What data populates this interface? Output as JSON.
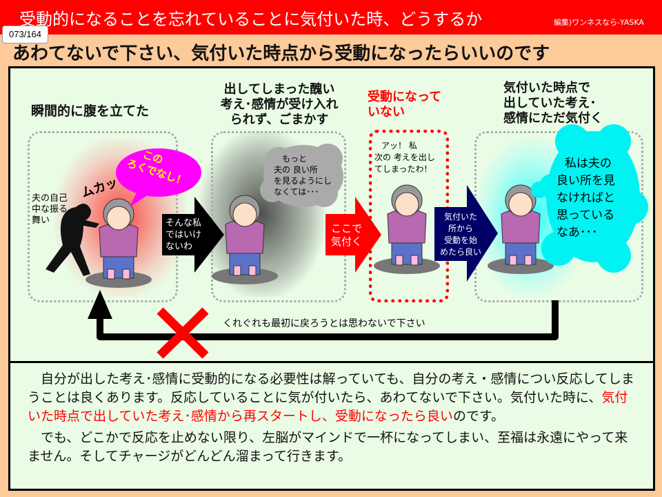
{
  "header": {
    "title": "受動的になることを忘れていることに気付いた時、どうするか",
    "credit": "編集)ワンネスなら-YASKA"
  },
  "page_counter": "073/164",
  "subtitle": "あわてないで下さい、気付いた時点から受動になったらいいのです",
  "steps": [
    {
      "heading": [
        "瞬間的に腹を立てた"
      ],
      "side_label": [
        "夫の自己",
        "中な振る",
        "舞い"
      ],
      "sfx": "ムカッ",
      "bubble": [
        "この",
        "ろくでなし！"
      ]
    },
    {
      "heading": [
        "出してしまった醜い",
        "考え･感情が受け入れ",
        "られず、ごまかす"
      ],
      "thought": [
        "もっと",
        "夫の 良い所",
        "を見るようにし",
        "なくては･･･"
      ]
    },
    {
      "heading": [
        "受動になって",
        "いない"
      ],
      "thought": [
        "アッ！ 私",
        "次の 考えを出し",
        "てしまったわ！"
      ]
    },
    {
      "heading": [
        "気付いた時点で",
        "出していた考え･",
        "感情にただ気付く"
      ],
      "thought": [
        "私は夫の",
        "良い所を見",
        "なければと",
        "思っている",
        "なあ･･･"
      ]
    }
  ],
  "arrows": [
    {
      "label": [
        "そんな私",
        "ではいけ",
        "ないわ"
      ],
      "color": "#000000"
    },
    {
      "label": [
        "ここで",
        "気付く"
      ],
      "color": "#ff0000"
    },
    {
      "label": [
        "気付いた",
        "所から",
        "受動を始",
        "めたら良い"
      ],
      "color": "#000066"
    }
  ],
  "loop_label": "くれぐれも最初に戻ろうとは思わないで下さい",
  "body": {
    "p1_a": "　自分が出した考え･感情に受動的になる必要性は解っていても、自分の考え・感情につい反応してしまうことは良くあります。反応していることに気が付いたら、あわてないで下さい。気付いた時に、",
    "p1_red": "気付いた時点で出していた考え･感情から再スタートし、受動になったら良い",
    "p1_b": "のです。",
    "p2": "　でも、どこかで反応を止めない限り、左脳がマインドで一杯になってしまい、至福は永遠にやって来ません。そしてチャージがどんどん溜まって行きます。"
  }
}
